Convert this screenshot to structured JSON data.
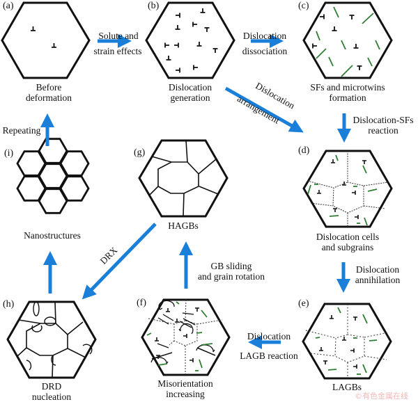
{
  "colors": {
    "arrow": "#1a7fd9",
    "outline": "#111111",
    "fault": "#2e7d32"
  },
  "panels": {
    "a": {
      "tag": "(a)",
      "caption1": "Before",
      "caption2": "deformation"
    },
    "b": {
      "tag": "(b)",
      "caption1": "Dislocation",
      "caption2": "generation"
    },
    "c": {
      "tag": "(c)",
      "caption1": "SFs and microtwins",
      "caption2": "formation"
    },
    "d": {
      "tag": "(d)",
      "caption1": "Dislocation cells",
      "caption2": "and subgrains"
    },
    "e": {
      "tag": "(e)",
      "caption1": "LAGBs"
    },
    "f": {
      "tag": "(f)",
      "caption1": "Misorientation",
      "caption2": "increasing"
    },
    "g": {
      "tag": "(g)",
      "caption1": "HAGBs"
    },
    "h": {
      "tag": "(h)",
      "caption1": "DRD",
      "caption2": "nucleation"
    },
    "i": {
      "tag": "(i)",
      "caption1": "Nanostructures"
    }
  },
  "arrows": {
    "ab": {
      "line1": "Solute and",
      "line2": "strain effects"
    },
    "bc": {
      "line1": "Dislocation",
      "line2": "dissociation"
    },
    "bd": {
      "line1": "Dislocation",
      "line2": "arrangement"
    },
    "cd": {
      "line1": "Dislocation-SFs",
      "line2": "reaction"
    },
    "de": {
      "line1": "Dislocation",
      "line2": "annihilation"
    },
    "ef": {
      "line1": "Dislocation",
      "line2": "LAGB reaction"
    },
    "fg": {
      "line1": "GB sliding",
      "line2": "and grain rotation"
    },
    "gh": {
      "line1": "DRX"
    },
    "hi": {},
    "ia": {
      "line1": "Repeating"
    }
  },
  "watermark": "©有色金属在线"
}
